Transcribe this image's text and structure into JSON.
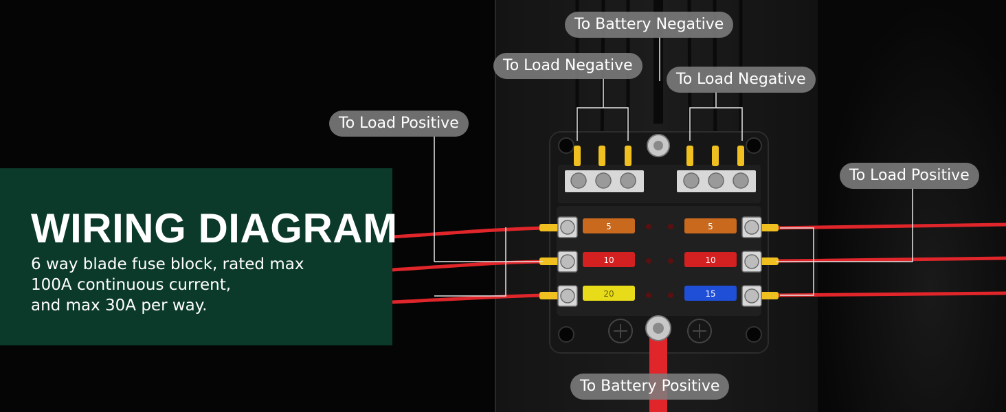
{
  "heading": {
    "title": "WIRING DIAGRAM",
    "description_lines": [
      "6 way blade fuse block, rated max",
      "100A continuous current,",
      "and max 30A per way."
    ]
  },
  "callouts": {
    "battery_negative": "To Battery Negative",
    "load_negative_left": "To Load Negative",
    "load_negative_right": "To Load Negative",
    "load_positive_left": "To Load Positive",
    "load_positive_right": "To Load Positive",
    "battery_positive": "To Battery Positive"
  },
  "fuses": {
    "left": [
      "5",
      "10",
      "20"
    ],
    "right": [
      "5",
      "10",
      "15"
    ]
  },
  "colors": {
    "title_bg": "#0b3a2a",
    "wire_red": "#e0262a",
    "fuse_5": "#c8691e",
    "fuse_10": "#d32020",
    "fuse_20": "#e8dc1a",
    "fuse_15": "#1f4fd6",
    "terminal_yellow": "#f0c020"
  }
}
